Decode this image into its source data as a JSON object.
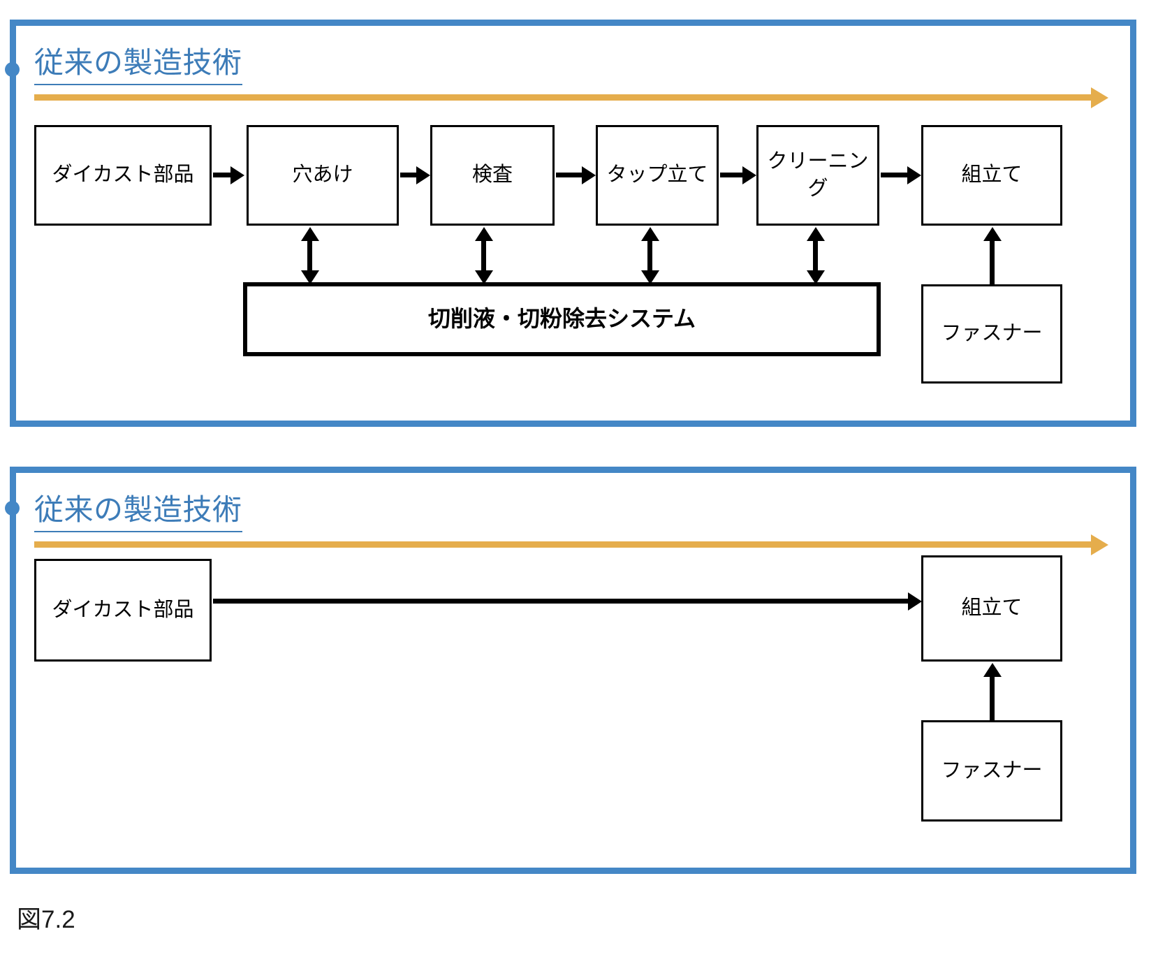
{
  "figure": {
    "caption": "図7.2",
    "accent_blue": "#4487c6",
    "title_blue": "#3d7cb8",
    "accent_orange": "#e5ad4c",
    "line_black": "#000000"
  },
  "panels": [
    {
      "title": "従来の製造技術",
      "flow_boxes": [
        {
          "label": "ダイカスト部品"
        },
        {
          "label": "穴あけ"
        },
        {
          "label": "検査"
        },
        {
          "label": "タップ立て"
        },
        {
          "label": "クリーニング"
        },
        {
          "label": "組立て"
        }
      ],
      "system_box": {
        "label": "切削液・切粉除去システム"
      },
      "side_box": {
        "label": "ファスナー"
      }
    },
    {
      "title": "従来の製造技術",
      "flow_boxes": [
        {
          "label": "ダイカスト部品"
        },
        {
          "label": "組立て"
        }
      ],
      "side_box": {
        "label": "ファスナー"
      }
    }
  ]
}
